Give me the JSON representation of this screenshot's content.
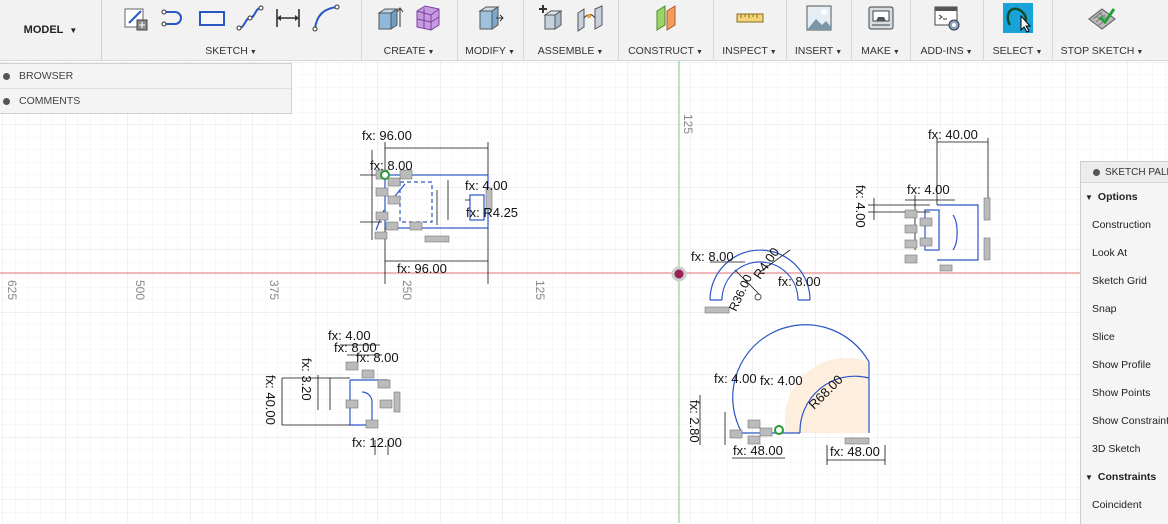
{
  "toolbar": {
    "workspace": "MODEL",
    "groups": {
      "sketch": "SKETCH",
      "create": "CREATE",
      "modify": "MODIFY",
      "assemble": "ASSEMBLE",
      "construct": "CONSTRUCT",
      "inspect": "INSPECT",
      "insert": "INSERT",
      "make": "MAKE",
      "addins": "ADD-INS",
      "select": "SELECT",
      "stop_sketch": "STOP SKETCH"
    },
    "caret": "▾"
  },
  "browser": {
    "items": [
      "BROWSER",
      "COMMENTS"
    ]
  },
  "canvas": {
    "ruler_x": [
      "625",
      "500",
      "375",
      "250",
      "125"
    ],
    "ruler_y": [
      "125"
    ],
    "dims": {
      "d1": "fx: 96.00",
      "d2": "fx: 8.00",
      "d3": "fx: 4.00",
      "d4": "fx: R4.25",
      "d5": "fx: 96.00",
      "d6": "fx: 40.00",
      "d7": "fx: 4.00",
      "d8": "fx: 4.00",
      "d9": "fx: 8.00",
      "d10": "R4.00",
      "d11": "fx: 8.00",
      "d12": "R36.00",
      "d13": "fx: 4.00",
      "d14": "fx: 8.00",
      "d15": "fx: 8.00",
      "d16": "fx: 40.00",
      "d17": "fx: 3.20",
      "d18": "fx: 12.00",
      "d19": "fx: 4.00",
      "d20": "fx: 4.00",
      "d21": "R68.00",
      "d22": "fx: 2.80",
      "d23": "fx: 48.00",
      "d24": "fx: 48.00"
    }
  },
  "palette": {
    "title": "SKETCH PALETTE",
    "options_header": "Options",
    "options": [
      "Construction",
      "Look At",
      "Sketch Grid",
      "Snap",
      "Slice",
      "Show Profile",
      "Show Points",
      "Show Constraints",
      "3D Sketch"
    ],
    "constraints_header": "Constraints",
    "constraints": [
      "Coincident"
    ]
  },
  "colors": {
    "sketch_blue": "#2b56c6",
    "axis_red": "#e07070",
    "axis_green": "#6fd36f",
    "grid": "#e9e9e9",
    "profile_fill": "#fdeedd",
    "select_accent": "#1aa3d9"
  }
}
